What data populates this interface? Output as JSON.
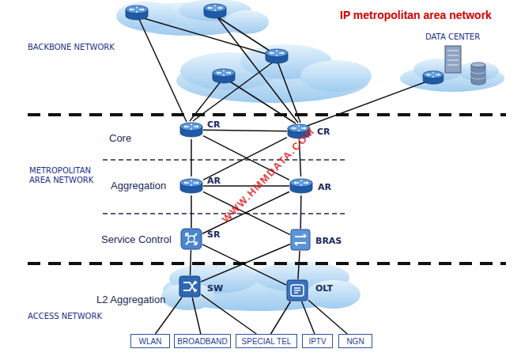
{
  "diagram": {
    "title": "IP metropolitan area network",
    "nodes": [
      {
        "text": [
          "CR"
        ]
      },
      {
        "text": [
          "CR"
        ]
      },
      {
        "text": [
          "AR"
        ]
      },
      {
        "text": [
          "AR"
        ]
      },
      {
        "text": [
          "SR"
        ]
      },
      {
        "text": [
          "BRAS"
        ]
      },
      {
        "text": [
          "SW"
        ]
      },
      {
        "text": [
          "OLT"
        ]
      },
      {
        "text": [
          "WLAN"
        ]
      },
      {
        "text": [
          "BROADBAND"
        ]
      },
      {
        "text": [
          "SPECIAL TEL"
        ]
      },
      {
        "text": [
          "IPTV"
        ]
      },
      {
        "text": [
          "NGN"
        ]
      }
    ],
    "edges": [
      {
        "from": 0,
        "to": 1,
        "arrow": "none"
      },
      {
        "from": 0,
        "to": 2,
        "arrow": "none"
      },
      {
        "from": 0,
        "to": 3,
        "arrow": "none"
      },
      {
        "from": 1,
        "to": 2,
        "arrow": "none"
      },
      {
        "from": 1,
        "to": 3,
        "arrow": "none"
      },
      {
        "from": 2,
        "to": 3,
        "arrow": "none"
      },
      {
        "from": 2,
        "to": 4,
        "arrow": "none"
      },
      {
        "from": 2,
        "to": 5,
        "arrow": "none"
      },
      {
        "from": 3,
        "to": 4,
        "arrow": "none"
      },
      {
        "from": 3,
        "to": 5,
        "arrow": "none"
      },
      {
        "from": 4,
        "to": 6,
        "arrow": "none"
      },
      {
        "from": 4,
        "to": 7,
        "arrow": "none"
      },
      {
        "from": 5,
        "to": 6,
        "arrow": "none"
      },
      {
        "from": 5,
        "to": 7,
        "arrow": "none"
      },
      {
        "from": 6,
        "to": 8,
        "arrow": "none"
      },
      {
        "from": 6,
        "to": 9,
        "arrow": "none"
      },
      {
        "from": 6,
        "to": 10,
        "arrow": "none"
      },
      {
        "from": 7,
        "to": 10,
        "arrow": "none"
      },
      {
        "from": 7,
        "to": 11,
        "arrow": "none"
      },
      {
        "from": 7,
        "to": 12,
        "arrow": "none"
      }
    ],
    "labels": [
      "BACKBONE NETWORK",
      "DATA CENTER",
      "Core",
      "METROPOLITAN AREA NETWORK",
      "Aggregation",
      "Service Control",
      "L2 Aggregation",
      "ACCESS NETWORK",
      "WWW.HMMDATA.COM"
    ]
  }
}
